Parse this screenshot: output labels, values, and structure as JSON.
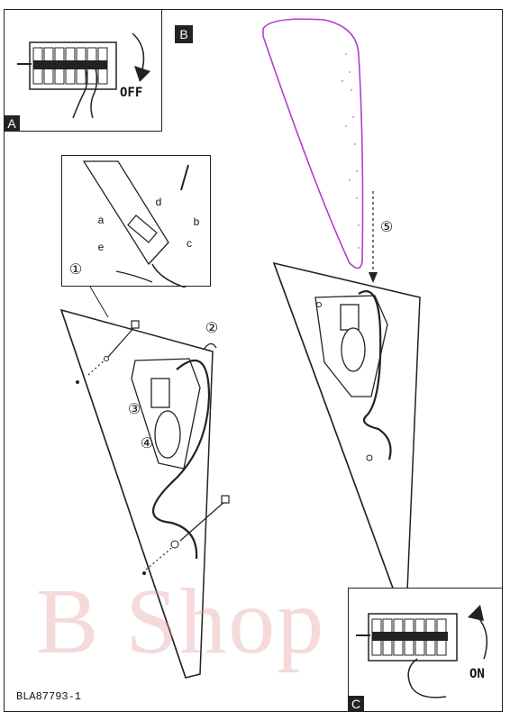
{
  "panels": {
    "a": {
      "tag": "A",
      "switch_text": "OFF"
    },
    "b": {
      "tag": "B"
    },
    "c": {
      "tag": "C",
      "switch_text": "ON"
    }
  },
  "detail": {
    "step": "①",
    "letters": [
      "a",
      "b",
      "c",
      "d",
      "e"
    ]
  },
  "steps": [
    "②",
    "③",
    "④",
    "⑤"
  ],
  "document_code": "BLA87793-1",
  "watermark": "B Shop",
  "colors": {
    "line": "#222222",
    "shade_outline": "#b040c8",
    "watermark": "#e09696"
  }
}
